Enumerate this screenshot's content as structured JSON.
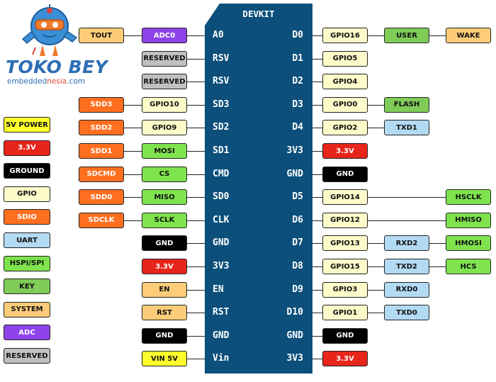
{
  "colors": {
    "board": "#0b4f7a",
    "tout": "#fccc79",
    "adc": "#8c44e8",
    "reserved": "#bfc0c2",
    "gpio": "#fdfbc9",
    "sdio": "#ff6f20",
    "user": "#7fcc59",
    "wake": "#fccc79",
    "flash": "#7fcc59",
    "uart": "#b3daf3",
    "hspi": "#7fe34d",
    "power5v": "#ffff2b",
    "power33": "#e8251b",
    "ground": "#000000",
    "system": "#fccc79",
    "key": "#7fcc59"
  },
  "logo": {
    "icon": "robot-mascot-icon",
    "title": "TOKO BEY",
    "subtitle_part1": "embedded",
    "subtitle_part2": "nesia",
    "subtitle_part3": ".com"
  },
  "board": {
    "title": "DEVKIT",
    "left_pins": [
      "A0",
      "RSV",
      "RSV",
      "SD3",
      "SD2",
      "SD1",
      "CMD",
      "SD0",
      "CLK",
      "GND",
      "3V3",
      "EN",
      "RST",
      "GND",
      "Vin"
    ],
    "right_pins": [
      "D0",
      "D1",
      "D2",
      "D3",
      "D4",
      "3V3",
      "GND",
      "D5",
      "D6",
      "D7",
      "D8",
      "D9",
      "D10",
      "GND",
      "3V3"
    ]
  },
  "legend": [
    {
      "label": "5V POWER",
      "color": "#ffff2b",
      "text": "#111111"
    },
    {
      "label": "3.3V",
      "color": "#e8251b",
      "text": "#ffffff"
    },
    {
      "label": "GROUND",
      "color": "#000000",
      "text": "#ffffff"
    },
    {
      "label": "GPIO",
      "color": "#fdfbc9",
      "text": "#111111"
    },
    {
      "label": "SDIO",
      "color": "#ff6f20",
      "text": "#ffffff"
    },
    {
      "label": "UART",
      "color": "#b3daf3",
      "text": "#111111"
    },
    {
      "label": "HSPI/SPI",
      "color": "#7fe34d",
      "text": "#111111"
    },
    {
      "label": "KEY",
      "color": "#7fcc59",
      "text": "#111111"
    },
    {
      "label": "SYSTEM",
      "color": "#fccc79",
      "text": "#111111"
    },
    {
      "label": "ADC",
      "color": "#8c44e8",
      "text": "#ffffff"
    },
    {
      "label": "RESERVED",
      "color": "#bfc0c2",
      "text": "#111111"
    }
  ],
  "left_rows": [
    [
      {
        "label": "TOUT",
        "color": "#fccc79",
        "text": "#111111",
        "col": 0
      },
      {
        "label": "ADC0",
        "color": "#8c44e8",
        "text": "#ffffff",
        "col": 1
      }
    ],
    [
      {
        "label": "RESERVED",
        "color": "#bfc0c2",
        "text": "#111111",
        "col": 1
      }
    ],
    [
      {
        "label": "RESERVED",
        "color": "#bfc0c2",
        "text": "#111111",
        "col": 1
      }
    ],
    [
      {
        "label": "SDD3",
        "color": "#ff6f20",
        "text": "#ffffff",
        "col": 0
      },
      {
        "label": "GPIO10",
        "color": "#fdfbc9",
        "text": "#111111",
        "col": 1
      }
    ],
    [
      {
        "label": "SDD2",
        "color": "#ff6f20",
        "text": "#ffffff",
        "col": 0
      },
      {
        "label": "GPIO9",
        "color": "#fdfbc9",
        "text": "#111111",
        "col": 1
      }
    ],
    [
      {
        "label": "SDD1",
        "color": "#ff6f20",
        "text": "#ffffff",
        "col": 0
      },
      {
        "label": "MOSI",
        "color": "#7fe34d",
        "text": "#111111",
        "col": 1
      }
    ],
    [
      {
        "label": "SDCMD",
        "color": "#ff6f20",
        "text": "#ffffff",
        "col": 0
      },
      {
        "label": "CS",
        "color": "#7fe34d",
        "text": "#111111",
        "col": 1
      }
    ],
    [
      {
        "label": "SDD0",
        "color": "#ff6f20",
        "text": "#ffffff",
        "col": 0
      },
      {
        "label": "MISO",
        "color": "#7fe34d",
        "text": "#111111",
        "col": 1
      }
    ],
    [
      {
        "label": "SDCLK",
        "color": "#ff6f20",
        "text": "#ffffff",
        "col": 0
      },
      {
        "label": "SCLK",
        "color": "#7fe34d",
        "text": "#111111",
        "col": 1
      }
    ],
    [
      {
        "label": "GND",
        "color": "#000000",
        "text": "#ffffff",
        "col": 1
      }
    ],
    [
      {
        "label": "3.3V",
        "color": "#e8251b",
        "text": "#ffffff",
        "col": 1
      }
    ],
    [
      {
        "label": "EN",
        "color": "#fccc79",
        "text": "#111111",
        "col": 1
      }
    ],
    [
      {
        "label": "RST",
        "color": "#fccc79",
        "text": "#111111",
        "col": 1
      }
    ],
    [
      {
        "label": "GND",
        "color": "#000000",
        "text": "#ffffff",
        "col": 1
      }
    ],
    [
      {
        "label": "VIN 5V",
        "color": "#ffff2b",
        "text": "#111111",
        "col": 1
      }
    ]
  ],
  "right_rows": [
    [
      {
        "label": "GPIO16",
        "color": "#fdfbc9",
        "text": "#111111",
        "col": 0
      },
      {
        "label": "USER",
        "color": "#7fcc59",
        "text": "#111111",
        "col": 1
      },
      {
        "label": "WAKE",
        "color": "#fccc79",
        "text": "#111111",
        "col": 2
      }
    ],
    [
      {
        "label": "GPIO5",
        "color": "#fdfbc9",
        "text": "#111111",
        "col": 0
      }
    ],
    [
      {
        "label": "GPIO4",
        "color": "#fdfbc9",
        "text": "#111111",
        "col": 0
      }
    ],
    [
      {
        "label": "GPIO0",
        "color": "#fdfbc9",
        "text": "#111111",
        "col": 0
      },
      {
        "label": "FLASH",
        "color": "#7fcc59",
        "text": "#111111",
        "col": 1
      }
    ],
    [
      {
        "label": "GPIO2",
        "color": "#fdfbc9",
        "text": "#111111",
        "col": 0
      },
      {
        "label": "TXD1",
        "color": "#b3daf3",
        "text": "#111111",
        "col": 1
      }
    ],
    [
      {
        "label": "3.3V",
        "color": "#e8251b",
        "text": "#ffffff",
        "col": 0
      }
    ],
    [
      {
        "label": "GND",
        "color": "#000000",
        "text": "#ffffff",
        "col": 0
      }
    ],
    [
      {
        "label": "GPIO14",
        "color": "#fdfbc9",
        "text": "#111111",
        "col": 0
      },
      {
        "label": "HSCLK",
        "color": "#7fe34d",
        "text": "#111111",
        "col": 2
      }
    ],
    [
      {
        "label": "GPIO12",
        "color": "#fdfbc9",
        "text": "#111111",
        "col": 0
      },
      {
        "label": "HMISO",
        "color": "#7fe34d",
        "text": "#111111",
        "col": 2
      }
    ],
    [
      {
        "label": "GPIO13",
        "color": "#fdfbc9",
        "text": "#111111",
        "col": 0
      },
      {
        "label": "RXD2",
        "color": "#b3daf3",
        "text": "#111111",
        "col": 1
      },
      {
        "label": "HMOSI",
        "color": "#7fe34d",
        "text": "#111111",
        "col": 2
      }
    ],
    [
      {
        "label": "GPIO15",
        "color": "#fdfbc9",
        "text": "#111111",
        "col": 0
      },
      {
        "label": "TXD2",
        "color": "#b3daf3",
        "text": "#111111",
        "col": 1
      },
      {
        "label": "HCS",
        "color": "#7fe34d",
        "text": "#111111",
        "col": 2
      }
    ],
    [
      {
        "label": "GPIO3",
        "color": "#fdfbc9",
        "text": "#111111",
        "col": 0
      },
      {
        "label": "RXD0",
        "color": "#b3daf3",
        "text": "#111111",
        "col": 1
      }
    ],
    [
      {
        "label": "GPIO1",
        "color": "#fdfbc9",
        "text": "#111111",
        "col": 0
      },
      {
        "label": "TXD0",
        "color": "#b3daf3",
        "text": "#111111",
        "col": 1
      }
    ],
    [
      {
        "label": "GND",
        "color": "#000000",
        "text": "#ffffff",
        "col": 0
      }
    ],
    [
      {
        "label": "3.3V",
        "color": "#e8251b",
        "text": "#ffffff",
        "col": 0
      }
    ]
  ]
}
